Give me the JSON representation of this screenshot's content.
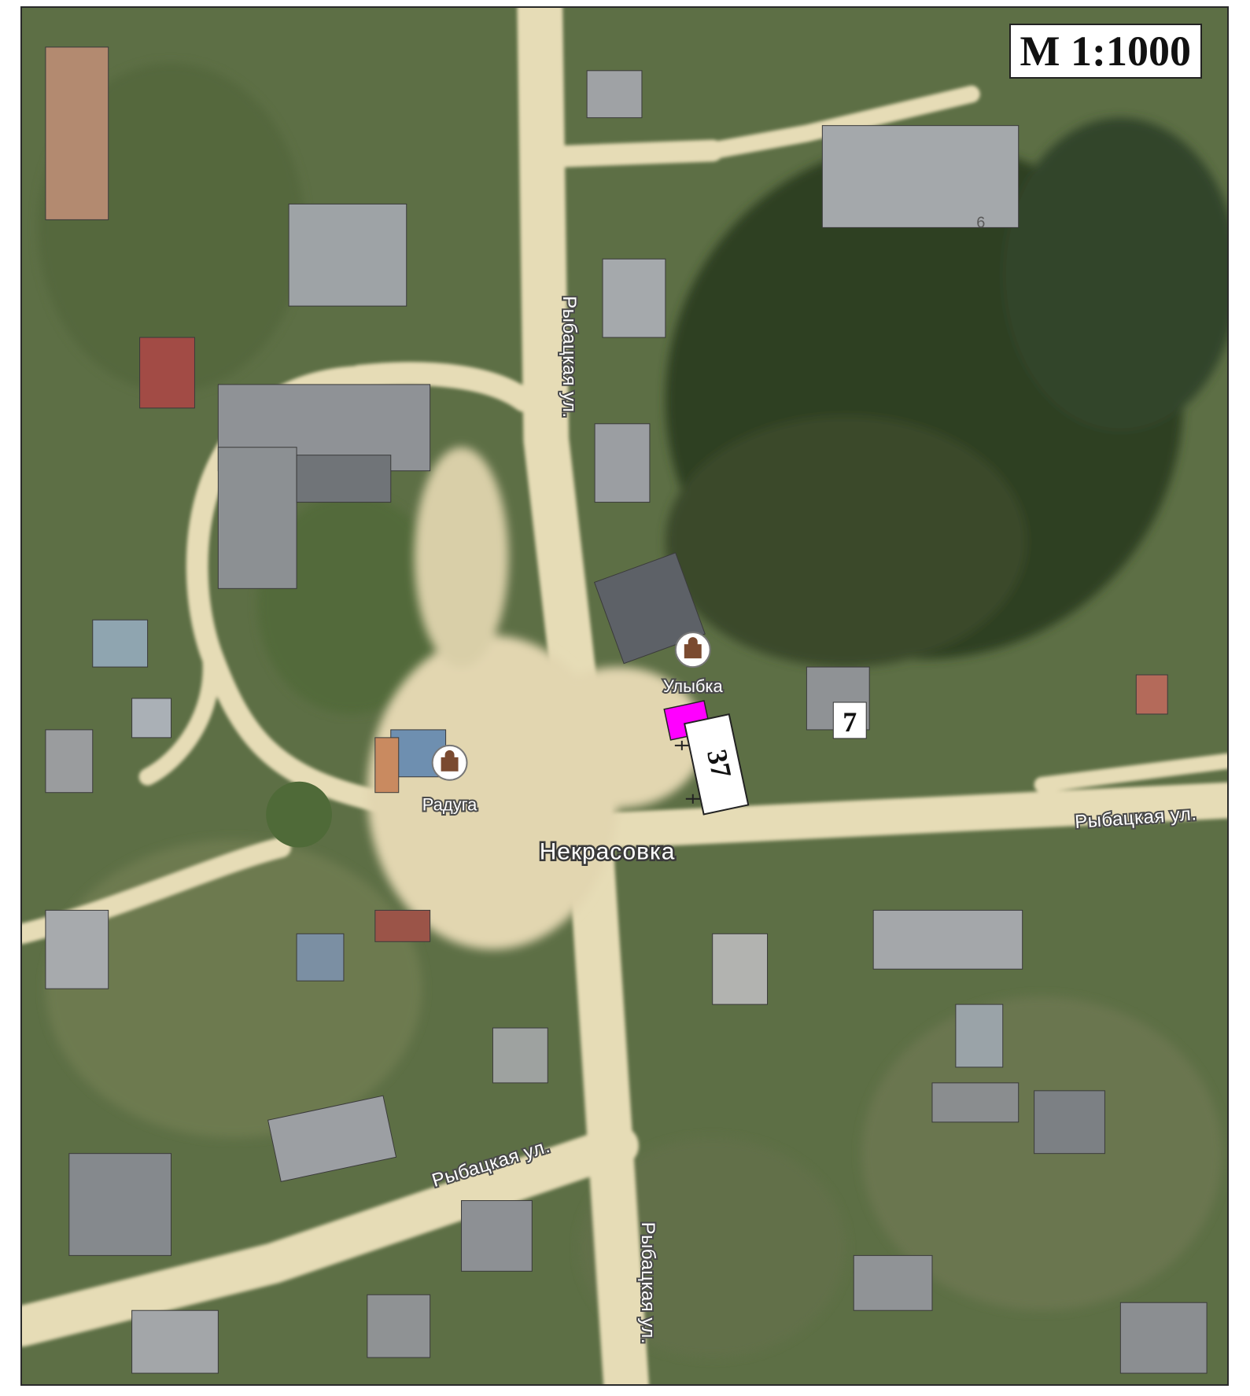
{
  "scale": "М 1:1000",
  "place_name": "Некрасовка",
  "streets": {
    "north": "Рыбацкая ул.",
    "east": "Рыбацкая ул.",
    "southwest": "Рыбацкая ул.",
    "south": "Рыбацкая ул."
  },
  "pois": {
    "ulybka": "Улыбка",
    "raduga": "Радуга"
  },
  "house_numbers": {
    "seven": "7",
    "six": "6",
    "plot": "37"
  },
  "colors": {
    "marker": "#ff00ff",
    "plot_fill": "#ffffff",
    "road": "#e8dcb8",
    "grass": "#5b7040",
    "dark_grass": "#394a2a",
    "roof": "#8a8d90"
  }
}
